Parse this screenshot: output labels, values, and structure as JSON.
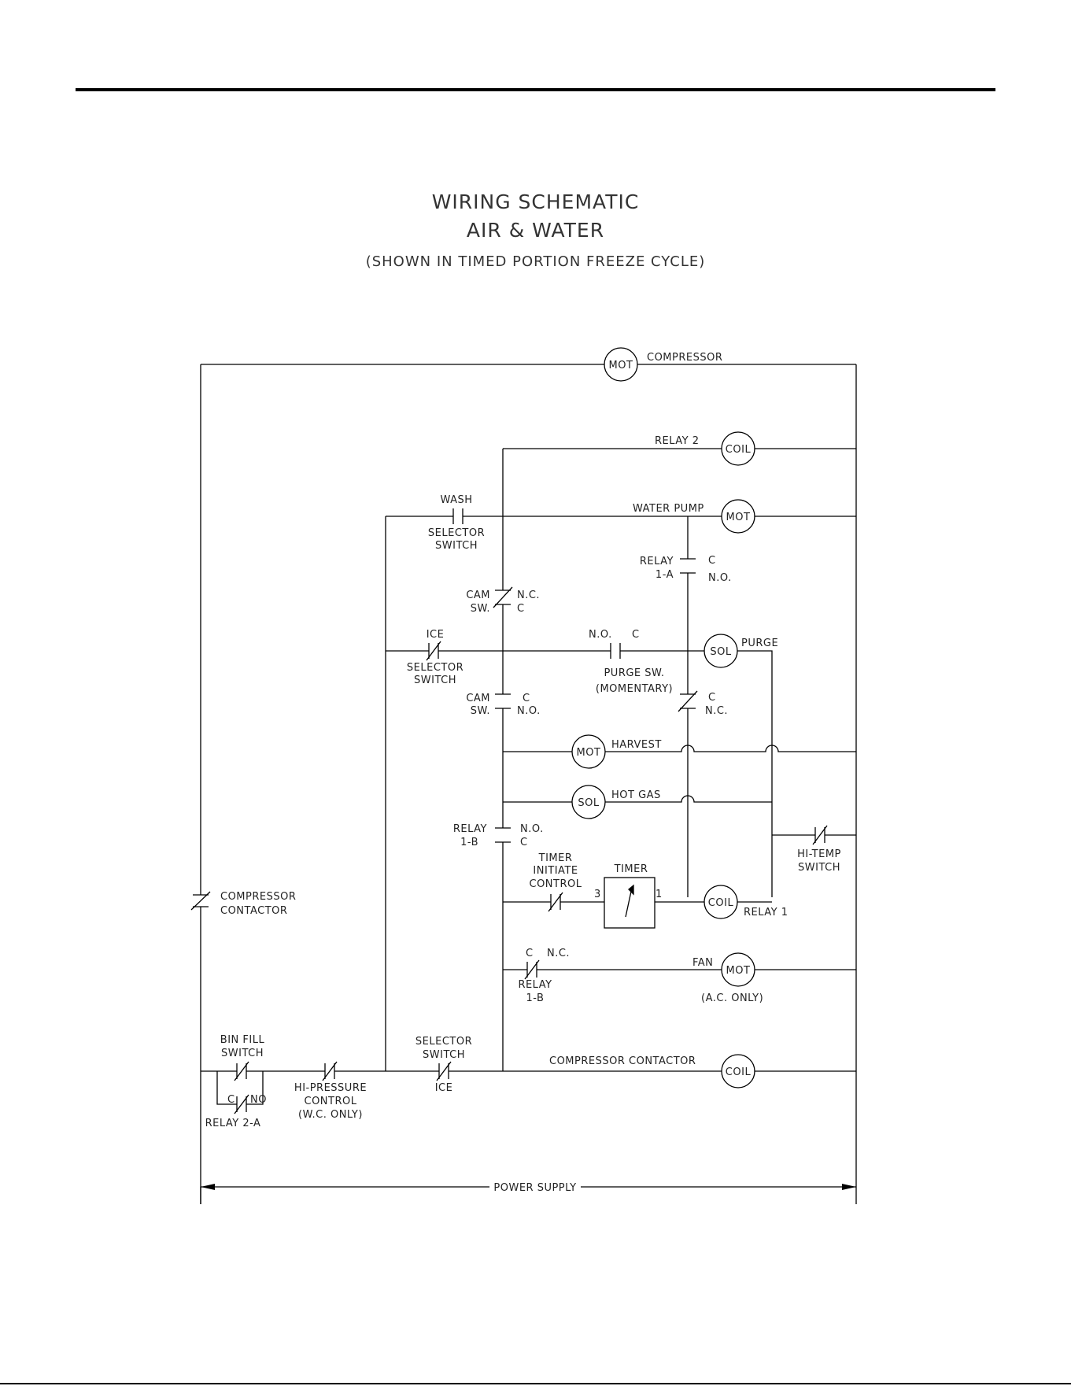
{
  "title": {
    "line1": "WIRING SCHEMATIC",
    "line2": "AIR & WATER",
    "line3": "(SHOWN IN TIMED PORTION FREEZE CYCLE)"
  },
  "devices": {
    "compressor_mot": "MOT",
    "compressor_label": "COMPRESSOR",
    "relay2_coil": "COIL",
    "relay2_label": "RELAY 2",
    "water_pump_mot": "MOT",
    "water_pump_label": "WATER PUMP",
    "purge_sol": "SOL",
    "purge_label": "PURGE",
    "harvest_mot": "MOT",
    "harvest_label": "HARVEST",
    "hot_gas_sol": "SOL",
    "hot_gas_label": "HOT GAS",
    "relay1_coil": "COIL",
    "relay1_label": "RELAY 1",
    "fan_mot": "MOT",
    "fan_label": "FAN",
    "fan_note": "(A.C. ONLY)",
    "cc_coil": "COIL",
    "cc_label": "COMPRESSOR CONTACTOR",
    "timer_label": "TIMER",
    "timer_pin3": "3",
    "timer_pin1": "1"
  },
  "contacts": {
    "wash_top": "WASH",
    "wash_bottom": [
      "SELECTOR",
      "SWITCH"
    ],
    "ice_top": "ICE",
    "ice_bottom": [
      "SELECTOR",
      "SWITCH"
    ],
    "cam1_left": [
      "CAM",
      "SW."
    ],
    "cam1_right": [
      "N.C.",
      "C"
    ],
    "cam2_left": [
      "CAM",
      "SW."
    ],
    "cam2_right": [
      "C",
      "N.O."
    ],
    "relay1a_left": [
      "RELAY",
      "1-A"
    ],
    "relay1a_right": [
      "C",
      "N.O."
    ],
    "purge_sw_top": [
      "N.O.",
      "C"
    ],
    "purge_sw_bottom": [
      "PURGE SW.",
      "(MOMENTARY)"
    ],
    "nc_right": [
      "C",
      "N.C."
    ],
    "relay1b_left": [
      "RELAY",
      "1-B"
    ],
    "relay1b_right": [
      "N.O.",
      "C"
    ],
    "timer_initiate": [
      "TIMER",
      "INITIATE",
      "CONTROL"
    ],
    "hi_temp": [
      "HI-TEMP",
      "SWITCH"
    ],
    "fan_relay_top": [
      "C",
      "N.C."
    ],
    "fan_relay_bottom": [
      "RELAY",
      "1-B"
    ],
    "compressor_contactor": [
      "COMPRESSOR",
      "CONTACTOR"
    ],
    "bin_fill": [
      "BIN FILL",
      "SWITCH"
    ],
    "relay2a_pins": [
      "C",
      "NO"
    ],
    "relay2a": "RELAY 2-A",
    "hi_pressure": [
      "HI-PRESSURE",
      "CONTROL",
      "(W.C. ONLY)"
    ],
    "selector_ice_top": [
      "SELECTOR",
      "SWITCH"
    ],
    "selector_ice_bottom": "ICE"
  },
  "power_supply": "POWER SUPPLY"
}
